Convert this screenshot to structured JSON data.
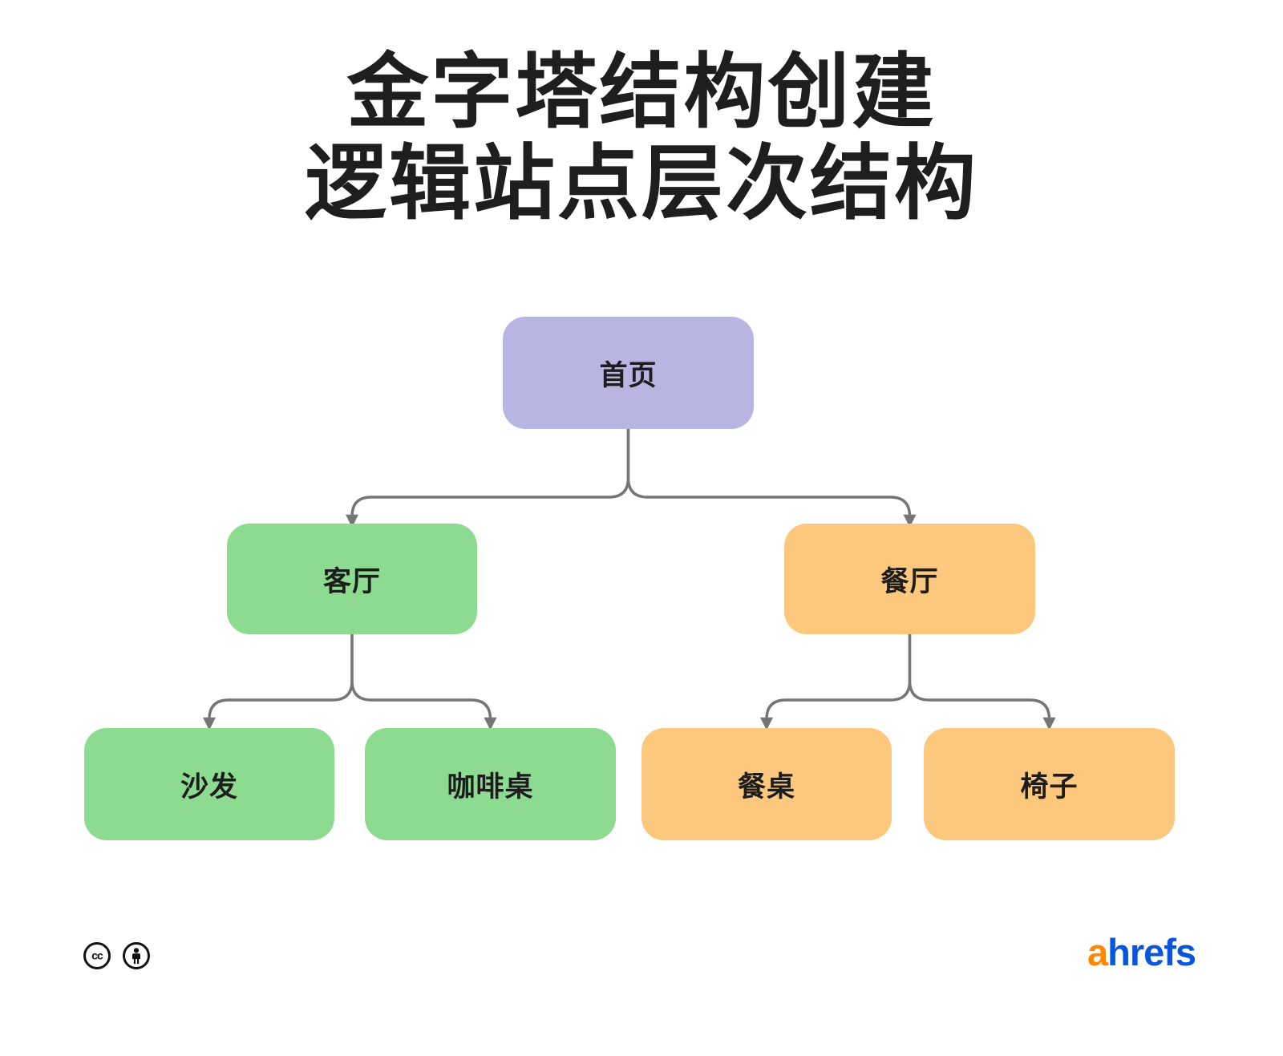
{
  "title": {
    "line1": "金字塔结构创建",
    "line2": "逻辑站点层次结构"
  },
  "diagram": {
    "root": {
      "label": "首页"
    },
    "level2": [
      {
        "label": "客厅"
      },
      {
        "label": "餐厅"
      }
    ],
    "level3": [
      {
        "label": "沙发"
      },
      {
        "label": "咖啡桌"
      },
      {
        "label": "餐桌"
      },
      {
        "label": "椅子"
      }
    ]
  },
  "colors": {
    "root_node": "#b9b5e3",
    "living_room_branch": "#8ddb90",
    "dining_room_branch": "#fbc87e",
    "connector": "#757575",
    "text": "#1d1d1d",
    "background": "#ffffff",
    "logo_orange": "#ff8800",
    "logo_blue": "#0b55dd"
  },
  "footer": {
    "license": {
      "cc_label": "cc",
      "icons": [
        "cc-icon",
        "attribution-icon"
      ]
    },
    "logo": {
      "part1": "a",
      "part2": "hrefs"
    }
  }
}
